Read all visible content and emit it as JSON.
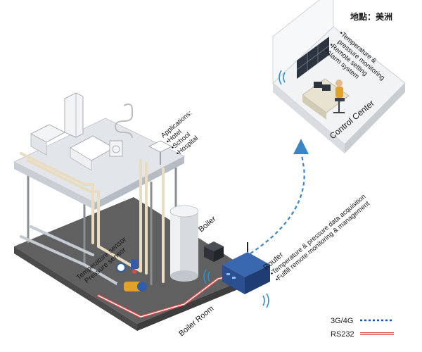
{
  "location": "地點：美洲",
  "control_center": {
    "title": "Control Center",
    "features": [
      "•Temperature &",
      "pressure monitoring",
      "•Remote setting",
      "•Alarm system"
    ]
  },
  "applications": {
    "heading": "Applications:",
    "items": [
      "•Hotel",
      "•School",
      "•Hospital"
    ]
  },
  "boiler_label": "Boiler",
  "boiler_room_label": "Boiler Room",
  "sensors": {
    "temperature": "Temperature sensor",
    "pressure": "Pressure sensor"
  },
  "router": {
    "title": "Router",
    "features": [
      "•Temperature & pressure data acquisition",
      "•Fulfill remote monitoring & management"
    ]
  },
  "legend": {
    "items": [
      {
        "label": "3G/4G",
        "color": "#2255aa",
        "style": "dashed"
      },
      {
        "label": "RS232",
        "color": "#d94b4b",
        "style": "double"
      }
    ]
  },
  "colors": {
    "floor": "#5f5f5f",
    "platform": "#e2e6ea",
    "pipe": "#e9dcc0",
    "router": "#2b4f8f",
    "wireless": "#2f8fd0",
    "arrow": "#3b86c6"
  }
}
